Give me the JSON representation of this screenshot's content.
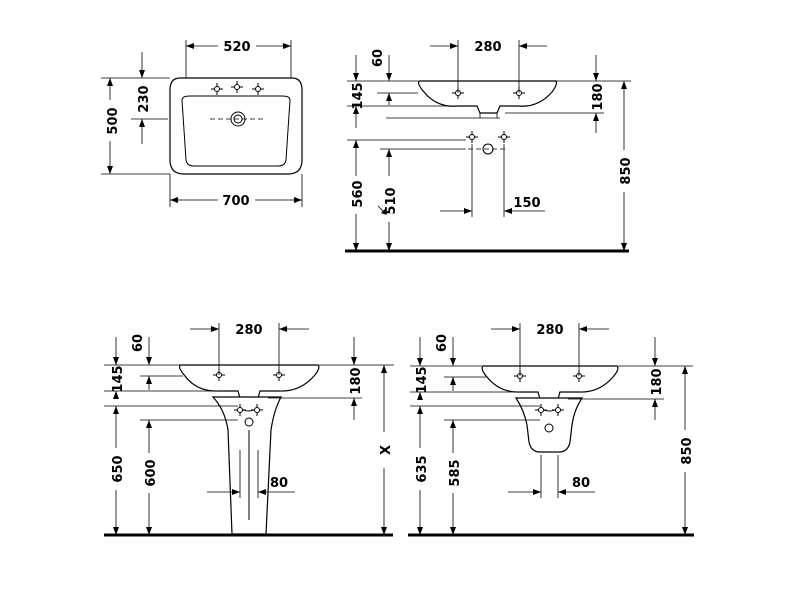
{
  "top_view": {
    "dim_tap_spacing": "520",
    "dim_overall_width": "700",
    "dim_depth": "500",
    "dim_tap_offset": "230"
  },
  "front_view": {
    "dim_bowl_width": "280",
    "dim_rim": "60",
    "dim_bowl_depth": "145",
    "dim_overflow": "180",
    "dim_waste_height": "560",
    "dim_supply_height": "510",
    "dim_supply_spacing": "150",
    "dim_total_height": "850"
  },
  "pedestal_view": {
    "dim_bowl_width": "280",
    "dim_rim": "60",
    "dim_bowl_depth": "145",
    "dim_overflow": "180",
    "dim_waste_height": "650",
    "dim_supply_height": "600",
    "dim_pedestal_width": "80",
    "dim_variable_height": "X"
  },
  "semi_pedestal_view": {
    "dim_bowl_width": "280",
    "dim_rim": "60",
    "dim_bowl_depth": "145",
    "dim_overflow": "180",
    "dim_waste_height": "635",
    "dim_supply_height": "585",
    "dim_pedestal_width": "80",
    "dim_total_height": "850"
  }
}
